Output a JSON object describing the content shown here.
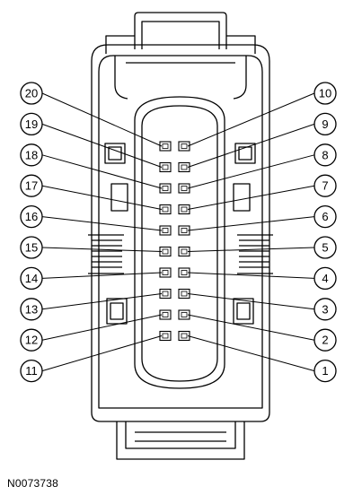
{
  "figure_id": "N0073738",
  "colors": {
    "stroke": "#000000",
    "body_fill": "#ffffff",
    "pin_fill": "#ffffff"
  },
  "pins": {
    "right": [
      "10",
      "9",
      "8",
      "7",
      "6",
      "5",
      "4",
      "3",
      "2",
      "1"
    ],
    "left": [
      "20",
      "19",
      "18",
      "17",
      "16",
      "15",
      "14",
      "13",
      "12",
      "11"
    ]
  }
}
